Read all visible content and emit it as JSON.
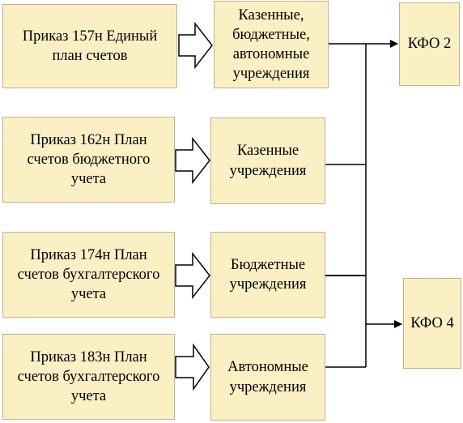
{
  "orders": [
    {
      "label": "Приказ 157н Единый\nплан счетов"
    },
    {
      "label": "Приказ 162н План\nсчетов бюджетного\nучета"
    },
    {
      "label": "Приказ 174н План\nсчетов бухгалтерского\nучета"
    },
    {
      "label": "Приказ 183н План\nсчетов бухгалтерского\nучета"
    }
  ],
  "institutions": [
    {
      "label": "Казенные,\nбюджетные,\nавтономные\nучреждения"
    },
    {
      "label": "Казенные\nучреждения"
    },
    {
      "label": "Бюджетные\nучреждения"
    },
    {
      "label": "Автономные\nучреждения"
    }
  ],
  "targets": [
    {
      "label": "КФО 2"
    },
    {
      "label": "КФО 4"
    }
  ],
  "colors": {
    "box_fill": "#fbefc4",
    "box_border": "#c4b08a",
    "line": "#000000"
  }
}
